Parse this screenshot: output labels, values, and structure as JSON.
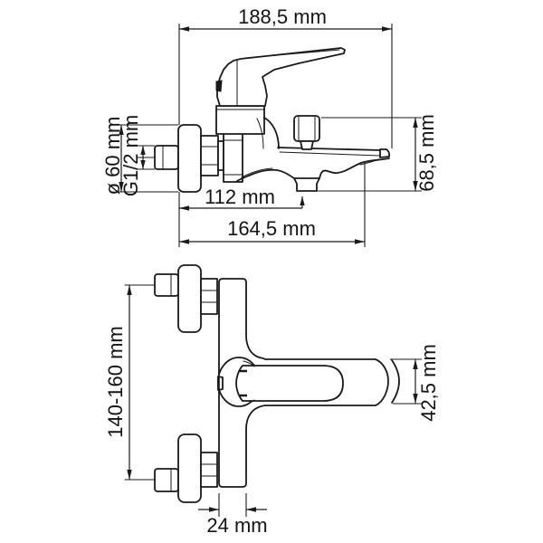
{
  "drawing": {
    "product": "wall-mounted bath mixer technical drawing",
    "side_view": {
      "dims": {
        "overall": "188,5 mm",
        "flange_diameter": "ø 60 mm",
        "thread": "G1/2 mm",
        "spout_outlet": "112 mm",
        "total_depth": "164,5 mm",
        "height": "68,5 mm"
      }
    },
    "front_view": {
      "dims": {
        "mounting_range": "140-160 mm",
        "body_width": "42,5 mm",
        "column_width": "24 mm"
      }
    },
    "style": {
      "line_color": "#1a1a1a",
      "background": "#ffffff"
    }
  }
}
